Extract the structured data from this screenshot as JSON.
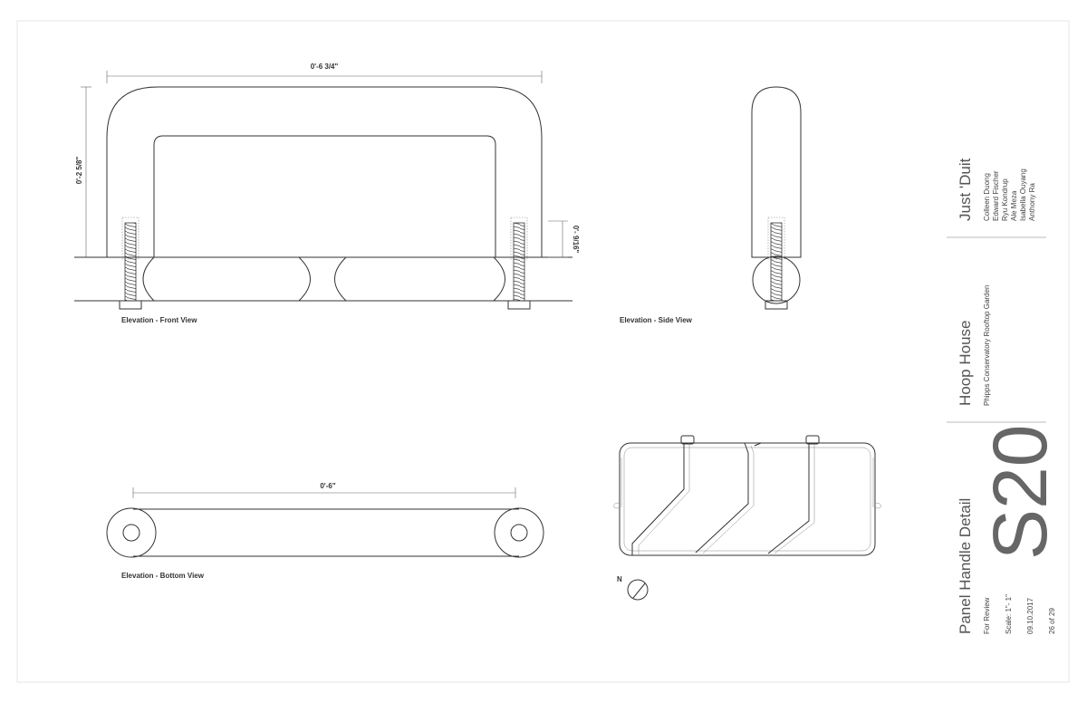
{
  "views": {
    "front": {
      "label": "Elevation - Front View",
      "width_dim": "0'-6 3/4\"",
      "height_dim": "0'-2 5/8\"",
      "bolt_dim": "0'- 9/16\""
    },
    "side": {
      "label": "Elevation - Side View"
    },
    "bottom": {
      "label": "Elevation - Bottom View",
      "width_dim": "0'-6\""
    },
    "plan": {
      "north_label": "N"
    }
  },
  "title_block": {
    "team": "Just 'Duit",
    "members": [
      "Colleen Duong",
      "Edward Fischer",
      "Ryu Kondrup",
      "Ale Meza",
      "Isabella Ouyang",
      "Anthony Ra"
    ],
    "project": "Hoop House",
    "location": "Phipps Conservatory Rooftop Garden",
    "sheet_title": "Panel Handle Detail",
    "status": "For Review",
    "scale": "Scale: 1\"- 1\"",
    "date": "09.10.2017",
    "page": "26 of 29",
    "sheet_number": "S20"
  },
  "colors": {
    "line": "#333333",
    "frame": "#e6e6e6"
  }
}
